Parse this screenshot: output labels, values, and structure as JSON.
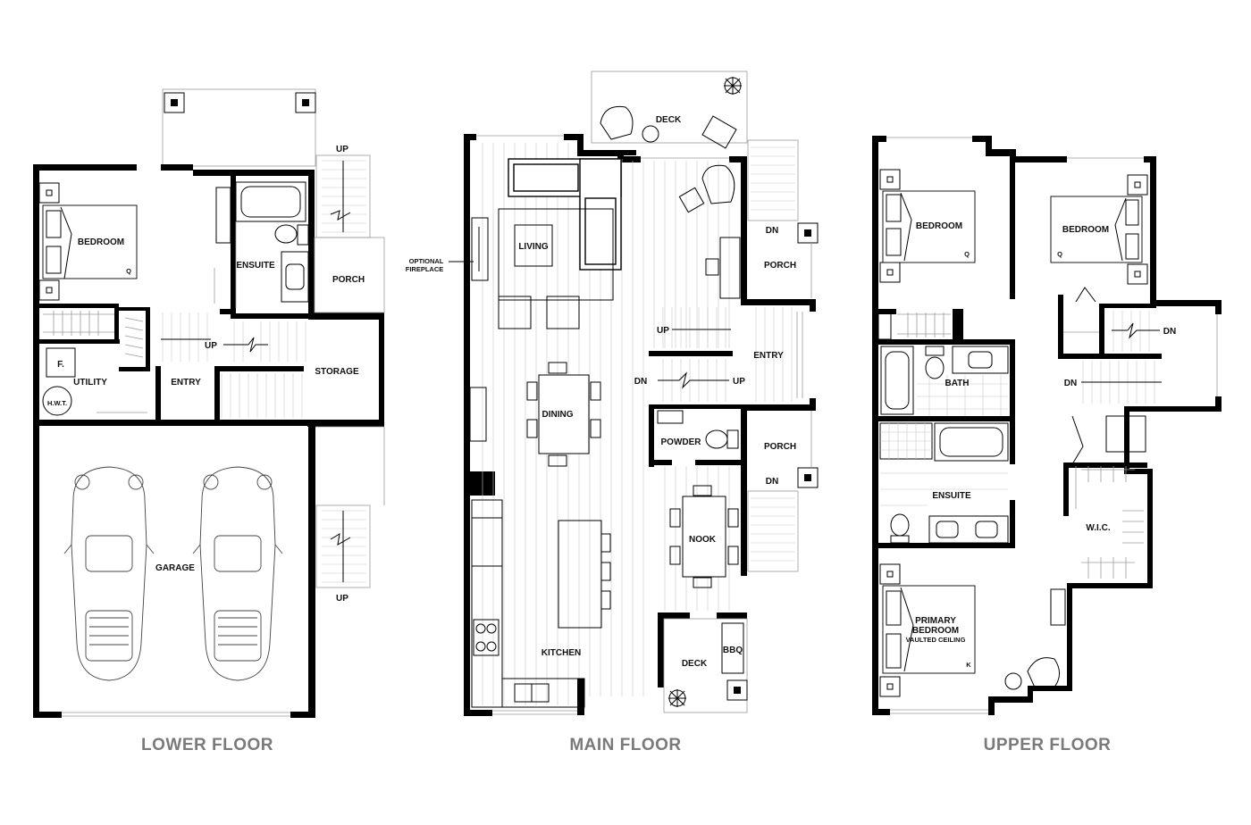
{
  "floors": [
    {
      "title": "LOWER FLOOR",
      "rooms": {
        "bedroom": "BEDROOM",
        "bed_size": "Q",
        "ensuite": "ENSUITE",
        "porch": "PORCH",
        "f": "F.",
        "utility": "UTILITY",
        "hwt": "H.W.T.",
        "entry": "ENTRY",
        "storage": "STORAGE",
        "garage": "GARAGE"
      },
      "stairs": {
        "up_top": "UP",
        "up_mid": "UP",
        "up_bottom": "UP"
      }
    },
    {
      "title": "MAIN FLOOR",
      "rooms": {
        "deck_top": "DECK",
        "living": "LIVING",
        "fireplace_line1": "OPTIONAL",
        "fireplace_line2": "FIREPLACE",
        "porch_top": "PORCH",
        "entry": "ENTRY",
        "dining": "DINING",
        "powder": "POWDER",
        "porch_bottom": "PORCH",
        "nook": "NOOK",
        "kitchen": "KITCHEN",
        "deck_bottom": "DECK",
        "bbq": "BBQ"
      },
      "stairs": {
        "dn_top": "DN",
        "up_left": "UP",
        "dn_left": "DN",
        "up_right": "UP",
        "dn_bottom": "DN"
      }
    },
    {
      "title": "UPPER FLOOR",
      "rooms": {
        "bedroom_left": "BEDROOM",
        "bed_left_size": "Q",
        "bedroom_right": "BEDROOM",
        "bed_right_size": "Q",
        "bath": "BATH",
        "ensuite": "ENSUITE",
        "wic": "W.I.C.",
        "primary_line1": "PRIMARY",
        "primary_line2": "BEDROOM",
        "primary_line3": "VAULTED CEILING",
        "primary_bed_size": "K"
      },
      "stairs": {
        "dn_right": "DN",
        "dn_center": "DN"
      }
    }
  ]
}
